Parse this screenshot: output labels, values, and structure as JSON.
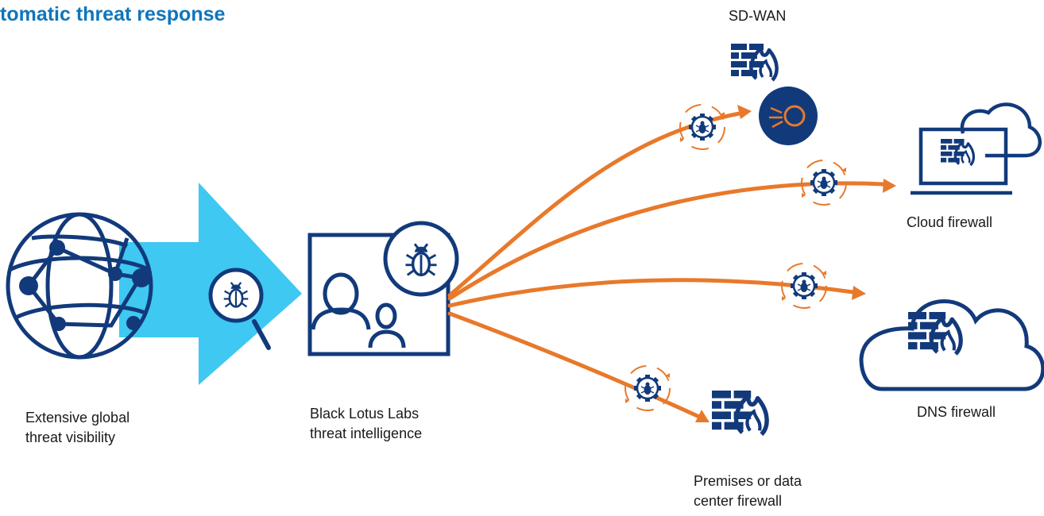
{
  "title": "tomatic threat response",
  "labels": {
    "global_line1": "Extensive global",
    "global_line2": "threat visibility",
    "labs_line1": "Black Lotus Labs",
    "labs_line2": "threat intelligence",
    "sdwan": "SD-WAN",
    "cloud": "Cloud firewall",
    "dns": "DNS firewall",
    "premises_line1": "Premises or data",
    "premises_line2": "center firewall"
  },
  "icons": {
    "globe": "globe-icon",
    "search_bug": "magnifier-bug-icon",
    "intel_panel": "people-panel-icon",
    "bug_badge": "bug-icon",
    "gear_bug": "gear-bug-icon",
    "firewall": "firewall-icon",
    "cloud": "cloud-icon",
    "laptop": "laptop-icon",
    "network_hub": "network-hub-icon"
  },
  "colors": {
    "title": "#0f75bc",
    "navy": "#123a7b",
    "accent_orange": "#e8792a",
    "arrow_cyan": "#3ec8f2",
    "text": "#1a1a1a"
  }
}
